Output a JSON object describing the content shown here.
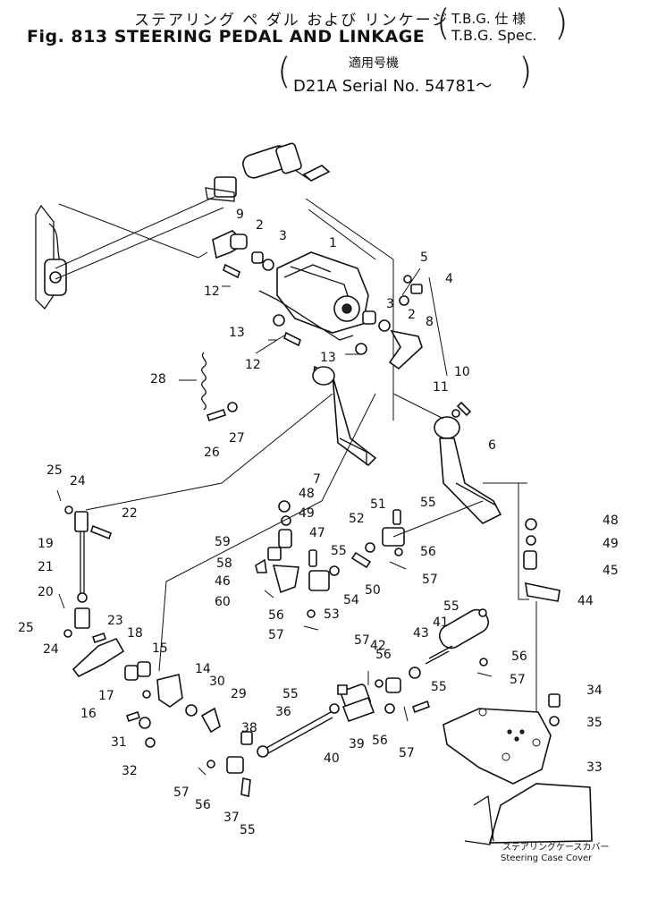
{
  "header": {
    "title_jp": "ステアリング ペ ダル および リンケージ",
    "title_en": "Fig. 813 STEERING PEDAL AND LINKAGE",
    "spec_jp": "T.B.G. 仕 様",
    "spec_en": "T.B.G. Spec.",
    "serial_jp": "適用号機",
    "serial_en": "D21A Serial No. 54781～"
  },
  "caption": {
    "jp": "ステアリングケースカバー",
    "en": "Steering Case Cover"
  },
  "callouts": [
    "1",
    "2",
    "3",
    "9",
    "5",
    "4",
    "12",
    "13",
    "3",
    "2",
    "8",
    "13",
    "12",
    "28",
    "10",
    "11",
    "27",
    "26",
    "6",
    "7",
    "25",
    "24",
    "22",
    "48",
    "49",
    "47",
    "51",
    "55",
    "52",
    "59",
    "55",
    "58",
    "56",
    "46",
    "50",
    "57",
    "60",
    "54",
    "53",
    "56",
    "57",
    "19",
    "21",
    "20",
    "23",
    "25",
    "24",
    "18",
    "15",
    "14",
    "17",
    "30",
    "29",
    "16",
    "31",
    "32",
    "55",
    "42",
    "43",
    "57",
    "56",
    "41",
    "55",
    "56",
    "57",
    "38",
    "36",
    "57",
    "56",
    "37",
    "55",
    "39",
    "40",
    "56",
    "57",
    "48",
    "49",
    "45",
    "44",
    "34",
    "35",
    "33",
    "55"
  ]
}
